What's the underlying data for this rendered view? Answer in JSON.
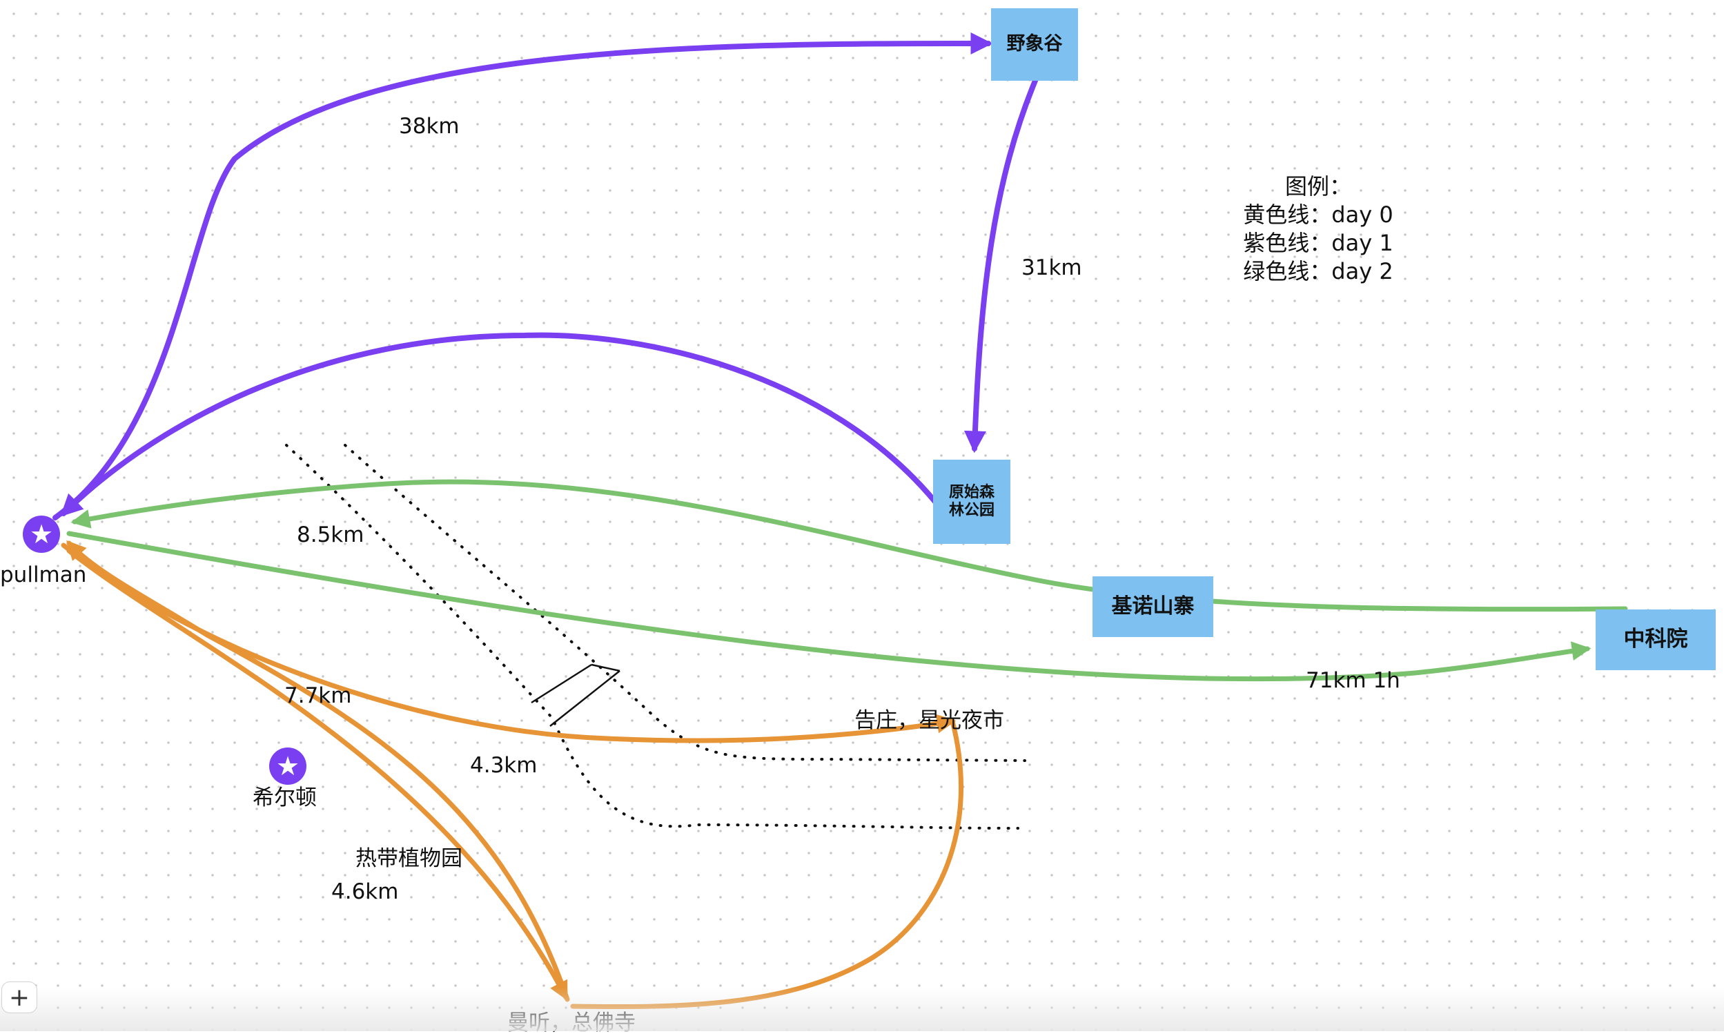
{
  "colors": {
    "day0_route": "#e69436",
    "day1_route": "#7a3ff0",
    "day2_route": "#7bc26f",
    "node_fill": "#7ec0f0",
    "marker": "#7a3ff0"
  },
  "nodes": {
    "yexianggu": "野象谷",
    "yuanshi_senlin": "原始森\n林公园",
    "jinuo_shanzhai": "基诺山寨",
    "zhongkeyuan": "中科院"
  },
  "markers": {
    "pullman": {
      "label": "pullman",
      "icon": "star-icon"
    },
    "hilton": {
      "label": "希尔顿",
      "icon": "star-icon"
    }
  },
  "distance_labels": {
    "d38": "38km",
    "d31": "31km",
    "d85": "8.5km",
    "d77": "7.7km",
    "d43": "4.3km",
    "d46": "4.6km",
    "d71": "71km 1h"
  },
  "place_labels": {
    "gaozhuang": "告庄，星光夜市",
    "botanical": "热带植物园",
    "manting": "曼听，总佛寺"
  },
  "legend": {
    "title": "图例：",
    "line0": "黄色线：day 0",
    "line1": "紫色线：day 1",
    "line2": "绿色线：day 2"
  },
  "toolbar": {
    "add_label": "+"
  }
}
